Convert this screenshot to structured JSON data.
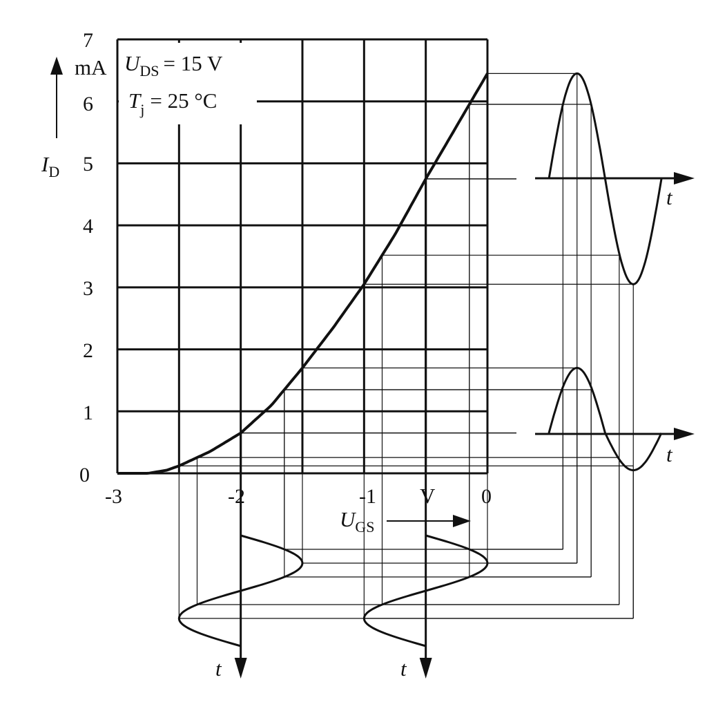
{
  "y_axis": {
    "symbol": "I",
    "subscript": "D",
    "unit": "mA",
    "ticks": [
      "0",
      "1",
      "2",
      "3",
      "4",
      "5",
      "6",
      "7"
    ]
  },
  "x_axis": {
    "symbol": "U",
    "subscript": "GS",
    "unit": "V",
    "ticks": [
      "-3",
      "-2",
      "-1",
      "0"
    ]
  },
  "conditions": {
    "uds_symbol": "U",
    "uds_sub": "DS",
    "uds_value": "= 15 V",
    "tj_symbol": "T",
    "tj_sub": "j",
    "tj_value": "= 25 °C"
  },
  "time_label": "t",
  "chart_data": {
    "type": "line",
    "xlim": [
      -3,
      0
    ],
    "ylim": [
      0,
      7
    ],
    "grid": true,
    "transfer_characteristic": {
      "x": [
        -3.0,
        -2.75,
        -2.6,
        -2.5,
        -2.25,
        -2.0,
        -1.75,
        -1.5,
        -1.25,
        -1.0,
        -0.75,
        -0.5,
        -0.25,
        0.0
      ],
      "y": [
        0.0,
        0.0,
        0.05,
        0.12,
        0.35,
        0.65,
        1.1,
        1.7,
        2.35,
        3.05,
        3.85,
        4.75,
        5.6,
        6.45
      ]
    },
    "operating_points": [
      {
        "name": "input-left",
        "center_v": -2.0,
        "amplitude_v": 0.5,
        "id_max": 1.7,
        "id_mid": 0.65,
        "id_min": 0.05
      },
      {
        "name": "input-right",
        "center_v": -0.5,
        "amplitude_v": 0.5,
        "id_max": 6.45,
        "id_mid": 4.75,
        "id_min": 3.05
      }
    ]
  }
}
